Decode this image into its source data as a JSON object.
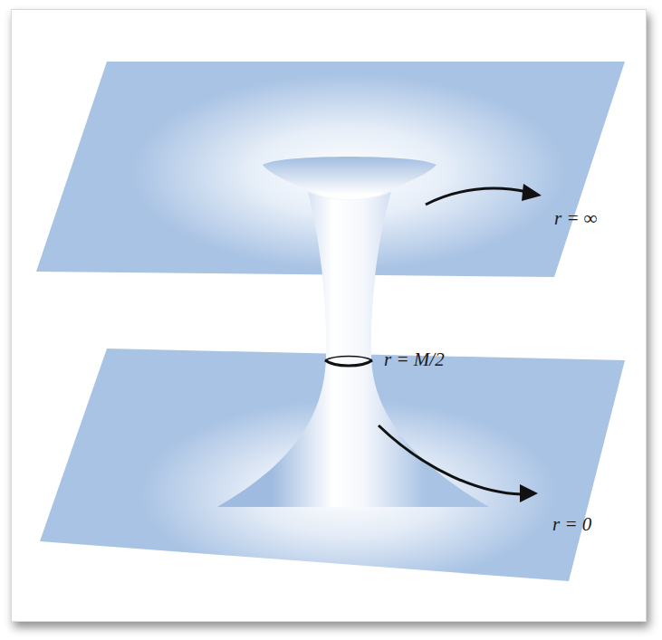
{
  "diagram": {
    "labels": [
      "r = ∞",
      "r = M/2",
      "r = 0"
    ]
  }
}
